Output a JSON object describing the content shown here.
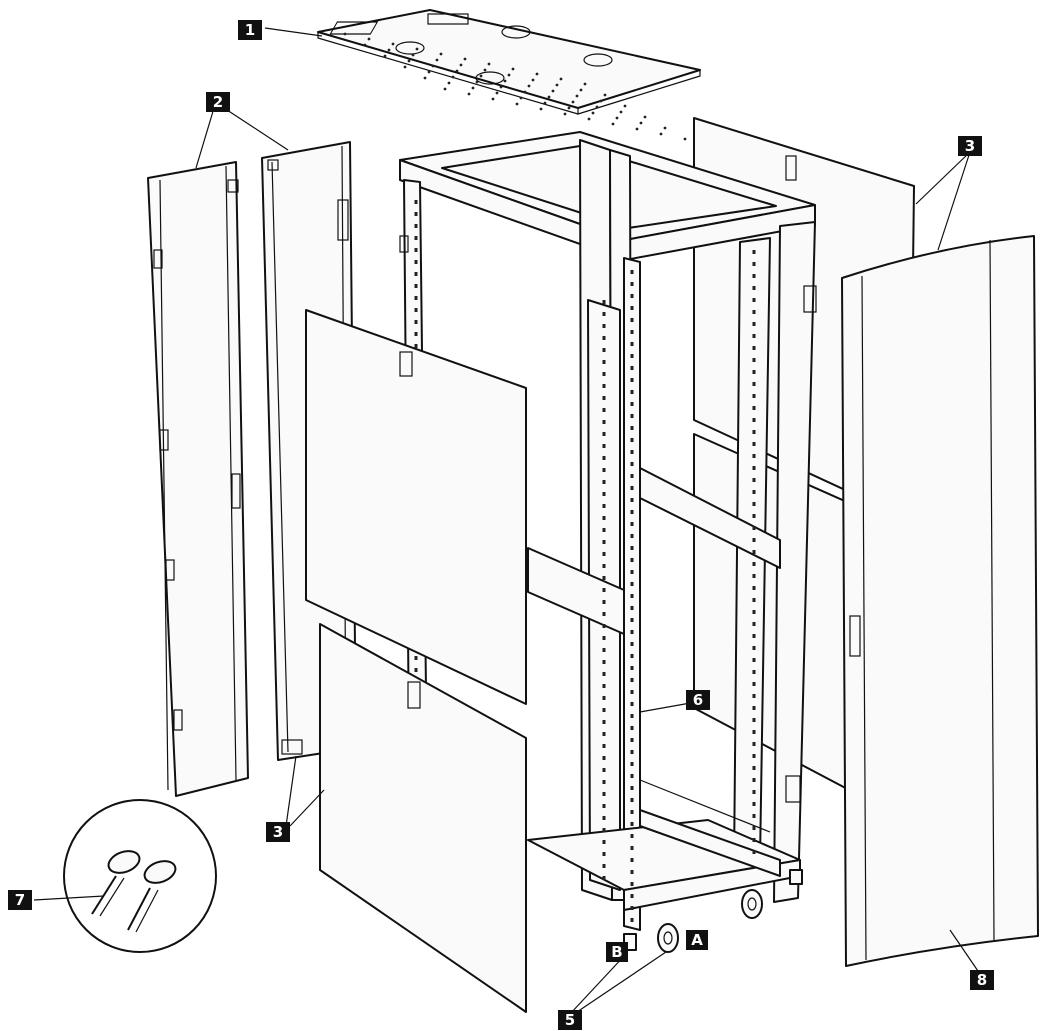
{
  "callouts": {
    "top_panel": "1",
    "doors": "2",
    "side_panels_right": "3",
    "side_panels_left": "3",
    "casters": "5",
    "leveling_feet": "6",
    "keys": "7",
    "front_door": "8",
    "marker_a": "A",
    "marker_b": "B"
  },
  "colors": {
    "line": "#111111",
    "panel_fill": "#fafafa",
    "callout_box": "#111111",
    "callout_text": "#ffffff"
  }
}
